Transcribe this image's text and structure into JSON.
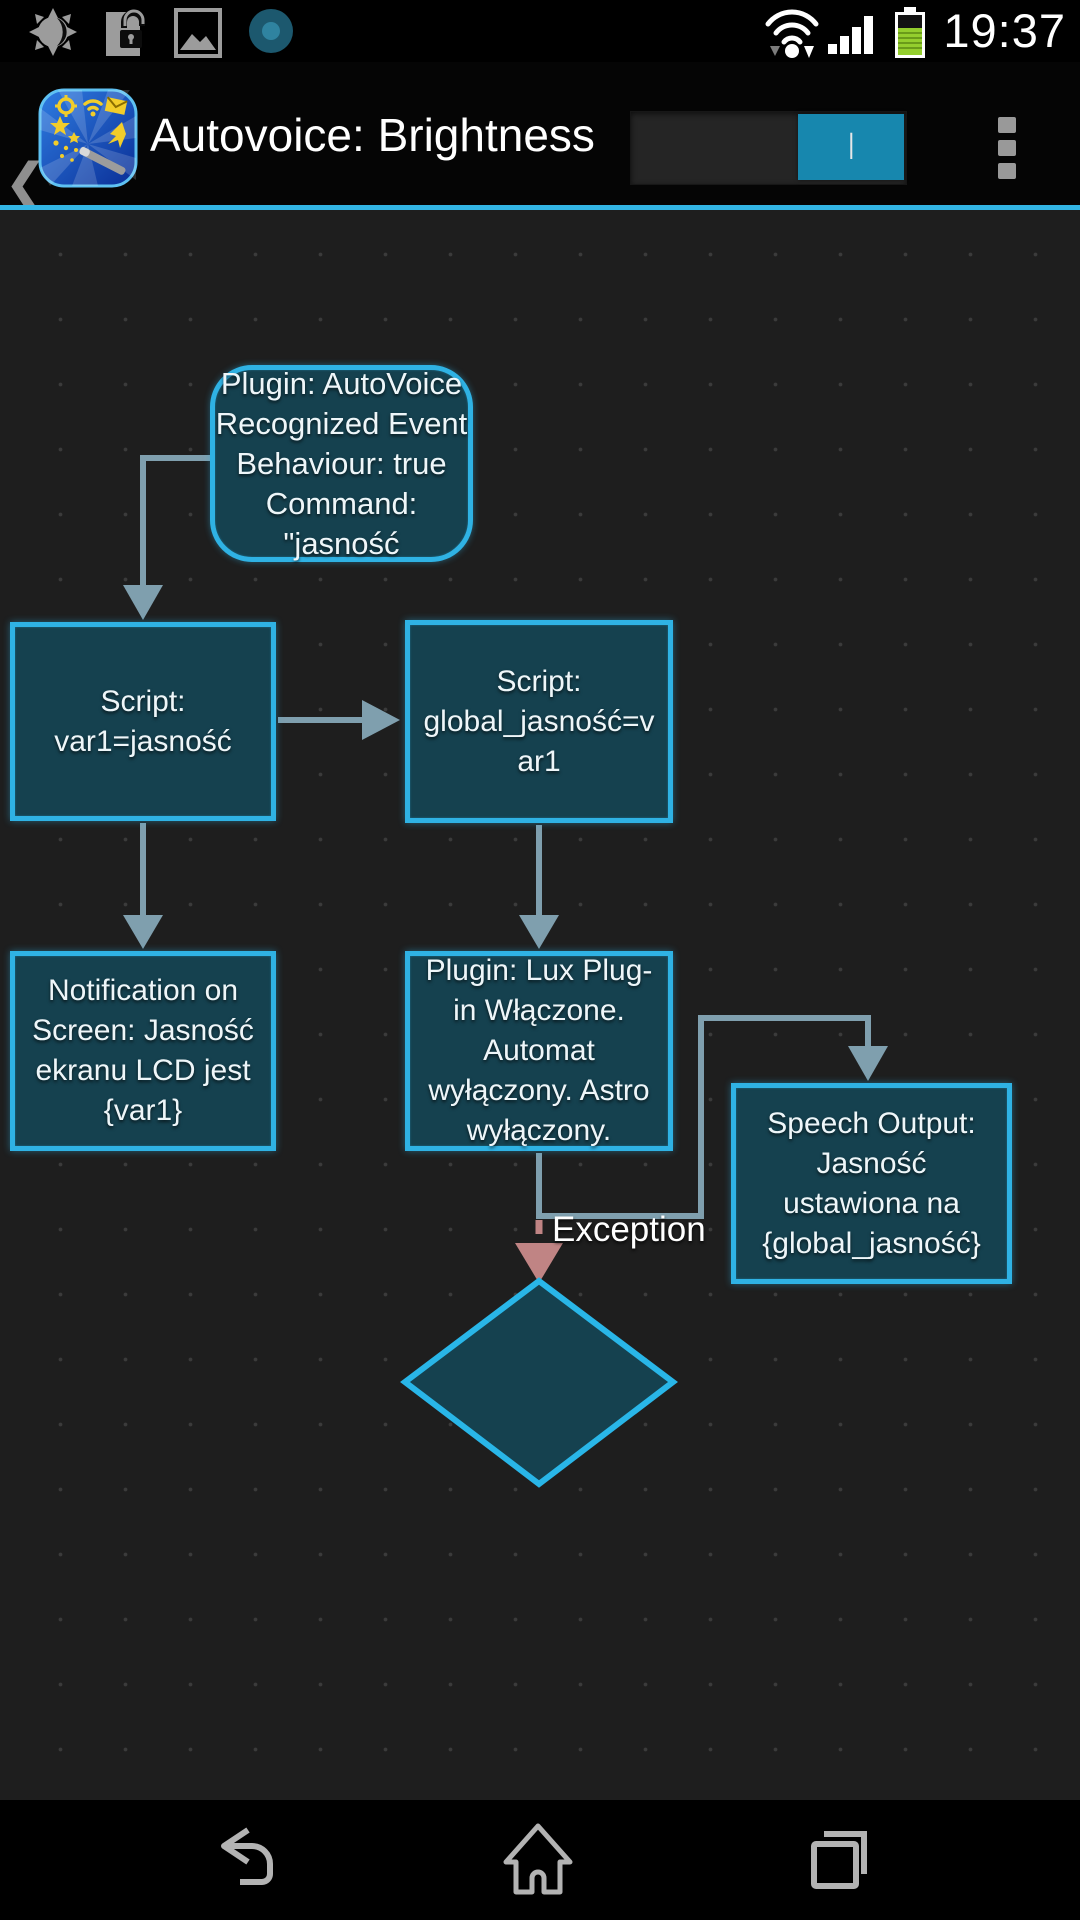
{
  "status_bar": {
    "time": "19:37",
    "left_icons": [
      "brightness-icon",
      "screen-lock-icon",
      "gallery-icon",
      "app-notification-icon"
    ],
    "right_icons": [
      "wifi-icon",
      "signal-strength-icon",
      "battery-icon"
    ]
  },
  "app_bar": {
    "back_glyph": "❮",
    "title": "Autovoice: Brightness",
    "toggle": {
      "state": "on",
      "thumb_glyph": "I"
    },
    "accent_color": "#33b5e5"
  },
  "flow": {
    "nodes": [
      {
        "id": "trigger",
        "shape": "rounded-rect",
        "label": "Plugin: AutoVoice\nRecognized Event\nBehaviour: true\nCommand:\n\"jasność"
      },
      {
        "id": "script-var1",
        "shape": "rect",
        "label": "Script:\nvar1=jasność"
      },
      {
        "id": "script-global",
        "shape": "rect",
        "label": "Script:\nglobal_jasność=v\nar1"
      },
      {
        "id": "notification",
        "shape": "rect",
        "label": "Notification on\nScreen: Jasność\nekranu LCD jest\n{var1}"
      },
      {
        "id": "plugin-lux",
        "shape": "rect",
        "label": "Plugin: Lux Plug-\nin Włączone.\nAutomat\nwyłączony. Astro\nwyłączony."
      },
      {
        "id": "speech-output",
        "shape": "rect",
        "label": "Speech Output:\nJasność\nustawiona na\n{global_jasność}"
      },
      {
        "id": "decision",
        "shape": "diamond",
        "label": ""
      }
    ],
    "exception_label": "Exception",
    "colors": {
      "node_fill": "#15414f",
      "node_border": "#2fb2e4",
      "diamond_border": "#29b6e8",
      "connector": "#7f9fae",
      "exception_connector": "#c08484"
    }
  },
  "nav_bar": {
    "buttons": [
      "back",
      "home",
      "recents"
    ]
  }
}
